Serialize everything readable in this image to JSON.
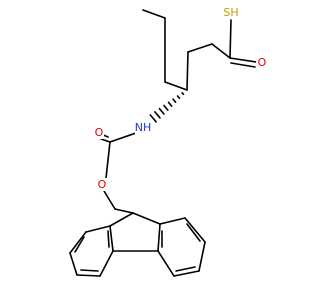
{
  "molecule": {
    "atoms": {
      "sh": {
        "text": "SH",
        "color": "#B8A000"
      },
      "carbonyl_o": {
        "text": "O",
        "color": "#E00000"
      },
      "nh": {
        "text": "NH",
        "color": "#1E3CC8"
      },
      "carbamate_o": {
        "text": "O",
        "color": "#E00000"
      },
      "ester_o": {
        "text": "O",
        "color": "#E00000"
      }
    },
    "bond_color": "#000000"
  }
}
